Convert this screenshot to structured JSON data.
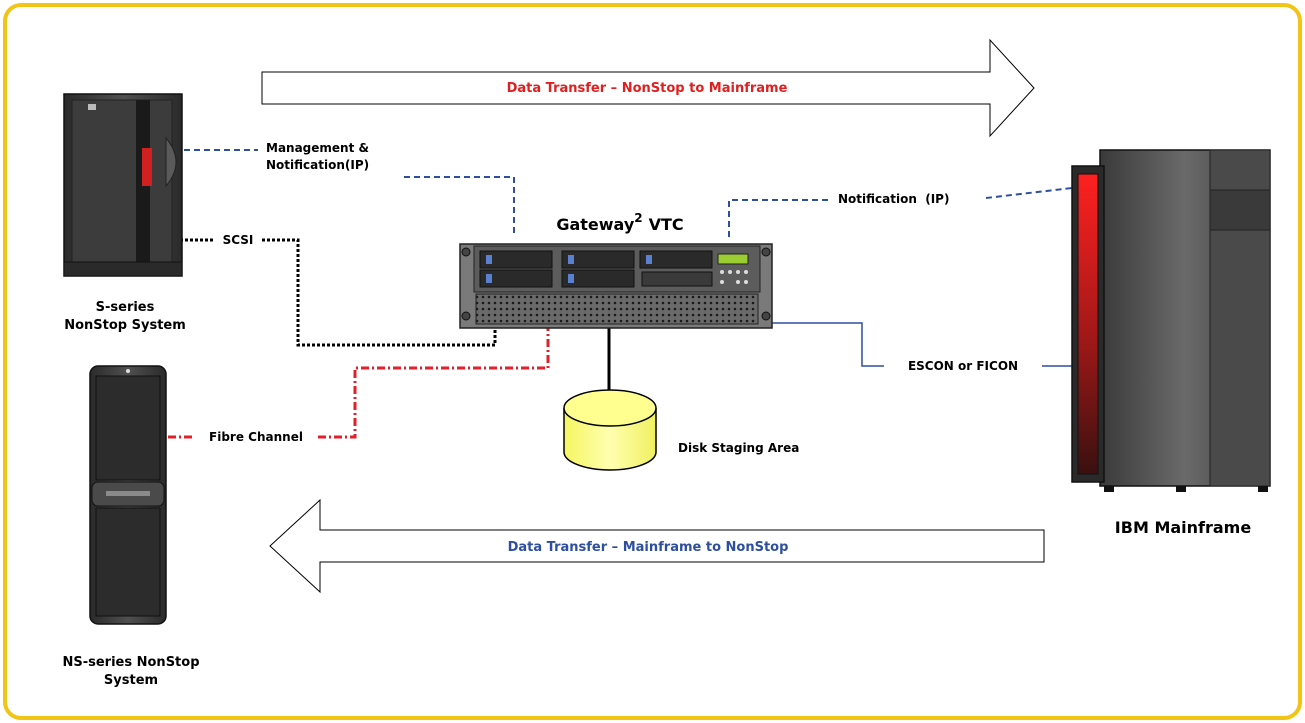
{
  "colors": {
    "frame_border": "#f2c416",
    "ip_link": "#2e4fa0",
    "fibre_link": "#e0202a",
    "scsi_link": "#000000",
    "escon_link": "#2e4fa0",
    "arrow_top_text": "#e02020",
    "arrow_bottom_text": "#2e4fa0",
    "disk_fill": "#ffff80"
  },
  "arrows": {
    "top": "Data Transfer – NonStop to Mainframe",
    "bottom": "Data Transfer – Mainframe to NonStop"
  },
  "devices": {
    "s_series": {
      "line1": "S-series",
      "line2": "NonStop System"
    },
    "ns_series": {
      "line1": "NS-series NonStop",
      "line2": "System"
    },
    "gateway": {
      "name": "Gateway",
      "superscript": "2",
      "suffix": "VTC"
    },
    "mainframe": {
      "label": "IBM Mainframe"
    },
    "disk": {
      "label": "Disk Staging Area"
    }
  },
  "links": {
    "management_line1": "Management &",
    "management_line2": "Notification(IP)",
    "scsi": "SCSI",
    "fibre": "Fibre Channel",
    "notification": "Notification  (IP)",
    "escon": "ESCON or FICON"
  }
}
